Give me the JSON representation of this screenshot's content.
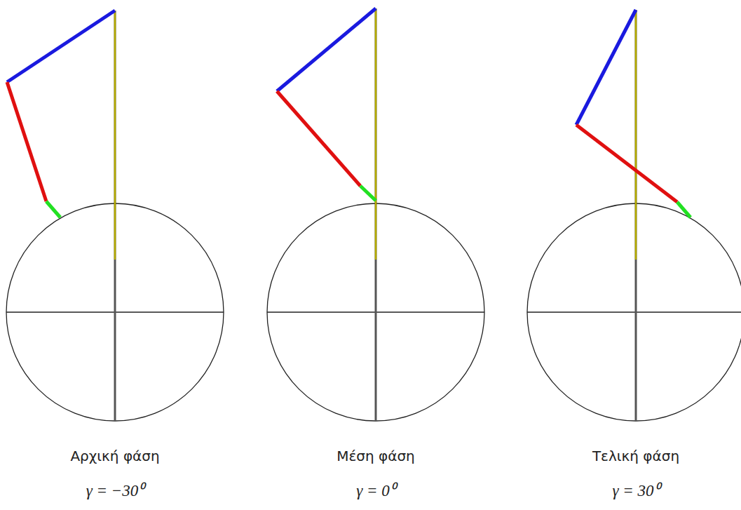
{
  "diagram": {
    "labels": [
      "Αρχική φάση",
      "γ = −30⁰",
      "Μέση φάση",
      "γ = 0⁰",
      "Τελική φάση",
      "γ = 30⁰"
    ]
  }
}
